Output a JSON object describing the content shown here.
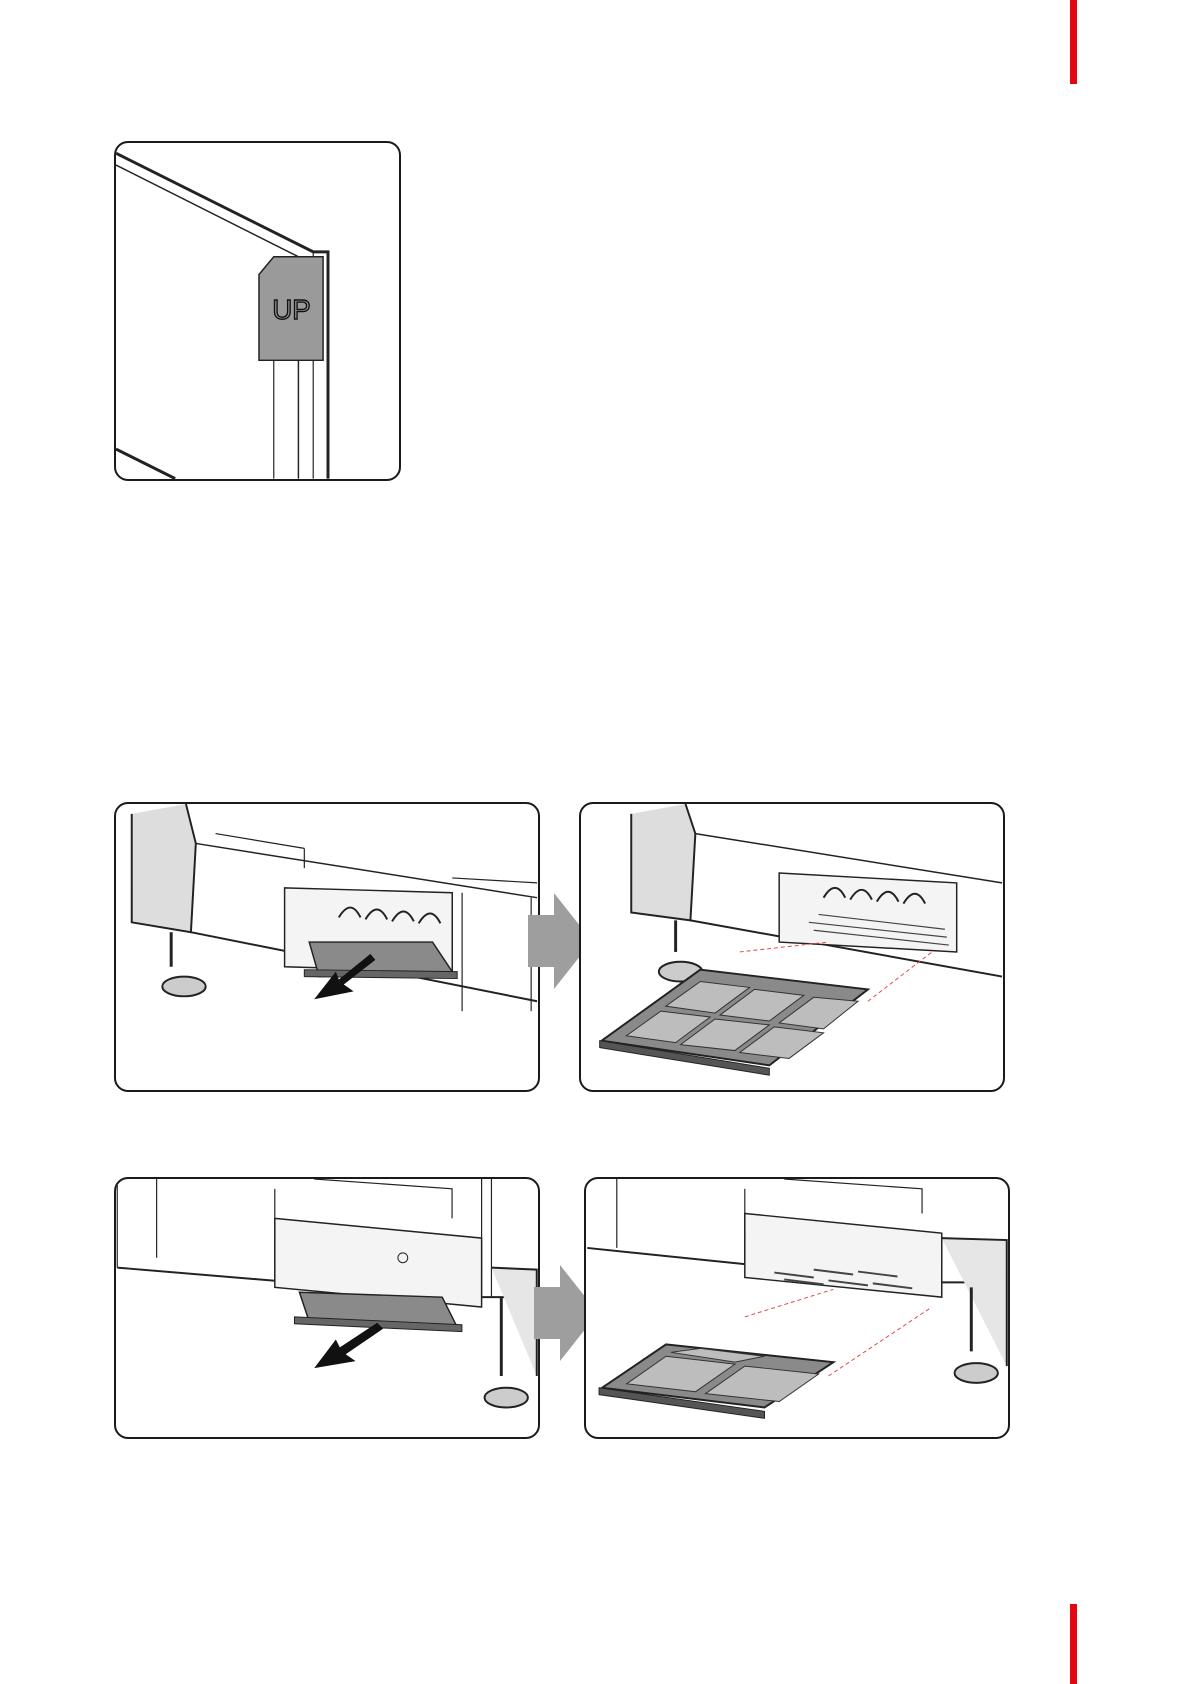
{
  "page": {
    "accent_color": "#e30613"
  },
  "figures": {
    "up_marking": {
      "label": "UP",
      "icon": "up-label-corner-illustration"
    },
    "front_filter_removed_step1": {
      "icon": "filter-pull-out-illustration"
    },
    "front_filter_removed_step2": {
      "icon": "filter-removed-illustration"
    },
    "rear_filter_removed_step1": {
      "icon": "filter-pull-out-illustration"
    },
    "rear_filter_removed_step2": {
      "icon": "filter-removed-illustration"
    }
  },
  "arrows": {
    "step_arrow_color": "#9e9e9e",
    "pull_arrow_color": "#111111"
  }
}
